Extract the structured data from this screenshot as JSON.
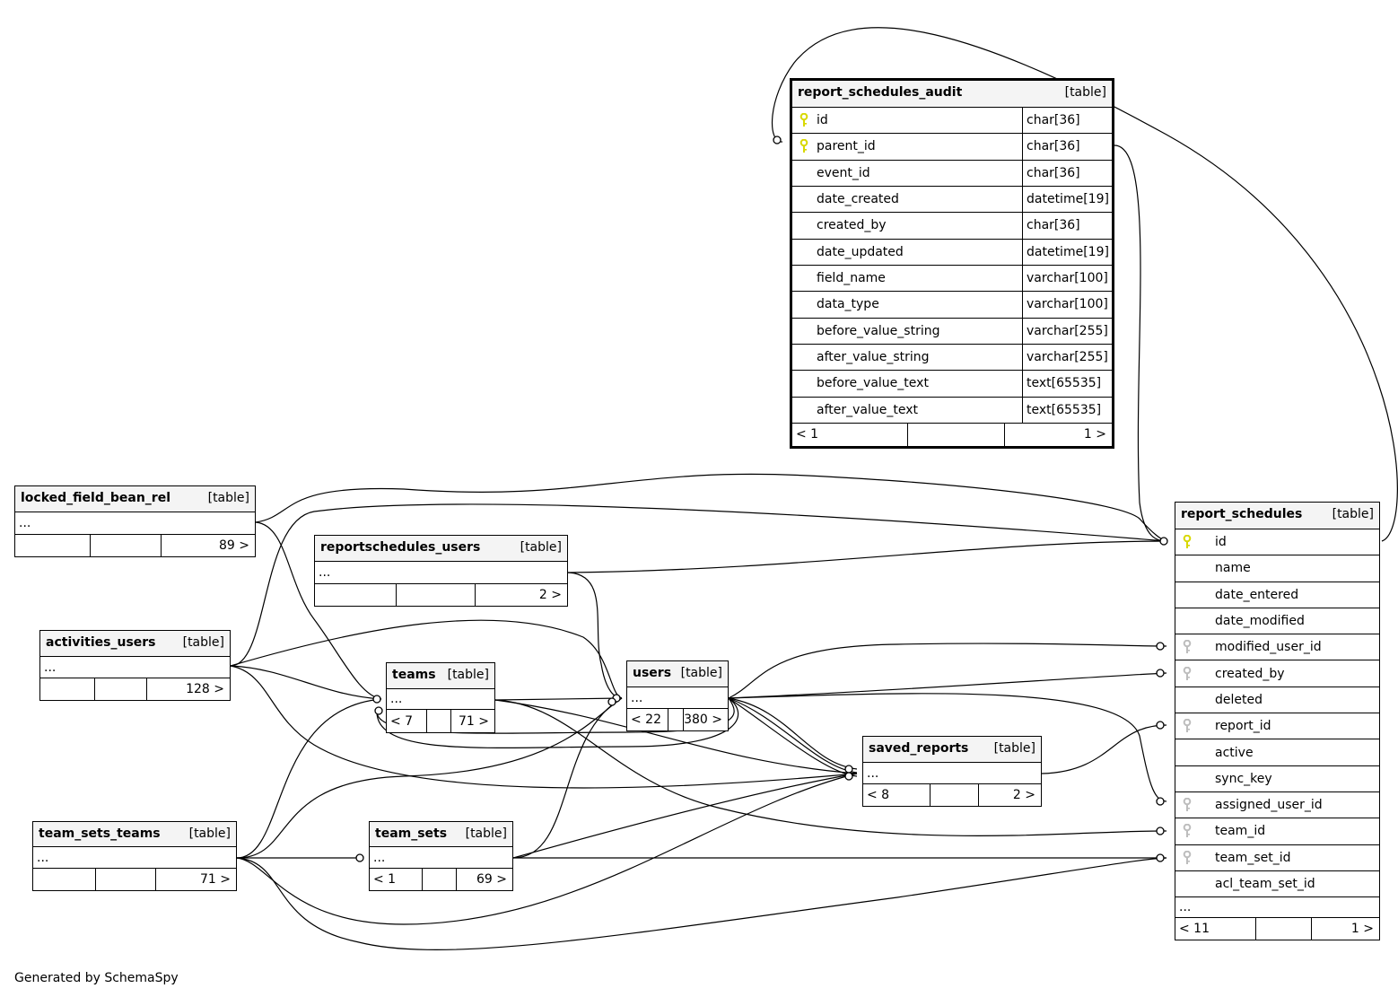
{
  "footer_text": "Generated by SchemaSpy",
  "colors": {
    "primary_key": "#d8d800",
    "foreign_key": "#bdbdbd",
    "header_bg": "#f4f4f4"
  },
  "tables": [
    {
      "id": "report_schedules_audit",
      "name": "report_schedules_audit",
      "kind": "[table]",
      "focus": true,
      "columns": [
        {
          "name": "id",
          "type": "char[36]",
          "key": "pk"
        },
        {
          "name": "parent_id",
          "type": "char[36]",
          "key": "pk"
        },
        {
          "name": "event_id",
          "type": "char[36]"
        },
        {
          "name": "date_created",
          "type": "datetime[19]"
        },
        {
          "name": "created_by",
          "type": "char[36]"
        },
        {
          "name": "date_updated",
          "type": "datetime[19]"
        },
        {
          "name": "field_name",
          "type": "varchar[100]"
        },
        {
          "name": "data_type",
          "type": "varchar[100]"
        },
        {
          "name": "before_value_string",
          "type": "varchar[255]"
        },
        {
          "name": "after_value_string",
          "type": "varchar[255]"
        },
        {
          "name": "before_value_text",
          "type": "text[65535]"
        },
        {
          "name": "after_value_text",
          "type": "text[65535]"
        }
      ],
      "footer": {
        "left": "< 1",
        "right": "1 >"
      }
    },
    {
      "id": "report_schedules",
      "name": "report_schedules",
      "kind": "[table]",
      "columns": [
        {
          "name": "id",
          "key": "pk"
        },
        {
          "name": "name"
        },
        {
          "name": "date_entered"
        },
        {
          "name": "date_modified"
        },
        {
          "name": "modified_user_id",
          "key": "fk"
        },
        {
          "name": "created_by",
          "key": "fk"
        },
        {
          "name": "deleted"
        },
        {
          "name": "report_id",
          "key": "fk"
        },
        {
          "name": "active"
        },
        {
          "name": "sync_key"
        },
        {
          "name": "assigned_user_id",
          "key": "fk"
        },
        {
          "name": "team_id",
          "key": "fk"
        },
        {
          "name": "team_set_id",
          "key": "fk"
        },
        {
          "name": "acl_team_set_id"
        }
      ],
      "ellipsis": "...",
      "footer": {
        "left": "< 11",
        "right": "1 >"
      }
    },
    {
      "id": "locked_field_bean_rel",
      "name": "locked_field_bean_rel",
      "kind": "[table]",
      "ellipsis": "...",
      "footer": {
        "left": "",
        "right": "89 >"
      }
    },
    {
      "id": "reportschedules_users",
      "name": "reportschedules_users",
      "kind": "[table]",
      "ellipsis": "...",
      "footer": {
        "left": "",
        "right": "2 >"
      }
    },
    {
      "id": "activities_users",
      "name": "activities_users",
      "kind": "[table]",
      "ellipsis": "...",
      "footer": {
        "left": "",
        "right": "128 >"
      }
    },
    {
      "id": "teams",
      "name": "teams",
      "kind": "[table]",
      "ellipsis": "...",
      "footer": {
        "left": "< 7",
        "right": "71 >"
      }
    },
    {
      "id": "users",
      "name": "users",
      "kind": "[table]",
      "ellipsis": "...",
      "footer": {
        "left": "< 22",
        "right": "380 >"
      }
    },
    {
      "id": "saved_reports",
      "name": "saved_reports",
      "kind": "[table]",
      "ellipsis": "...",
      "footer": {
        "left": "< 8",
        "right": "2 >"
      }
    },
    {
      "id": "team_sets_teams",
      "name": "team_sets_teams",
      "kind": "[table]",
      "ellipsis": "...",
      "footer": {
        "left": "",
        "right": "71 >"
      }
    },
    {
      "id": "team_sets",
      "name": "team_sets",
      "kind": "[table]",
      "ellipsis": "...",
      "footer": {
        "left": "< 1",
        "right": "69 >"
      }
    }
  ]
}
